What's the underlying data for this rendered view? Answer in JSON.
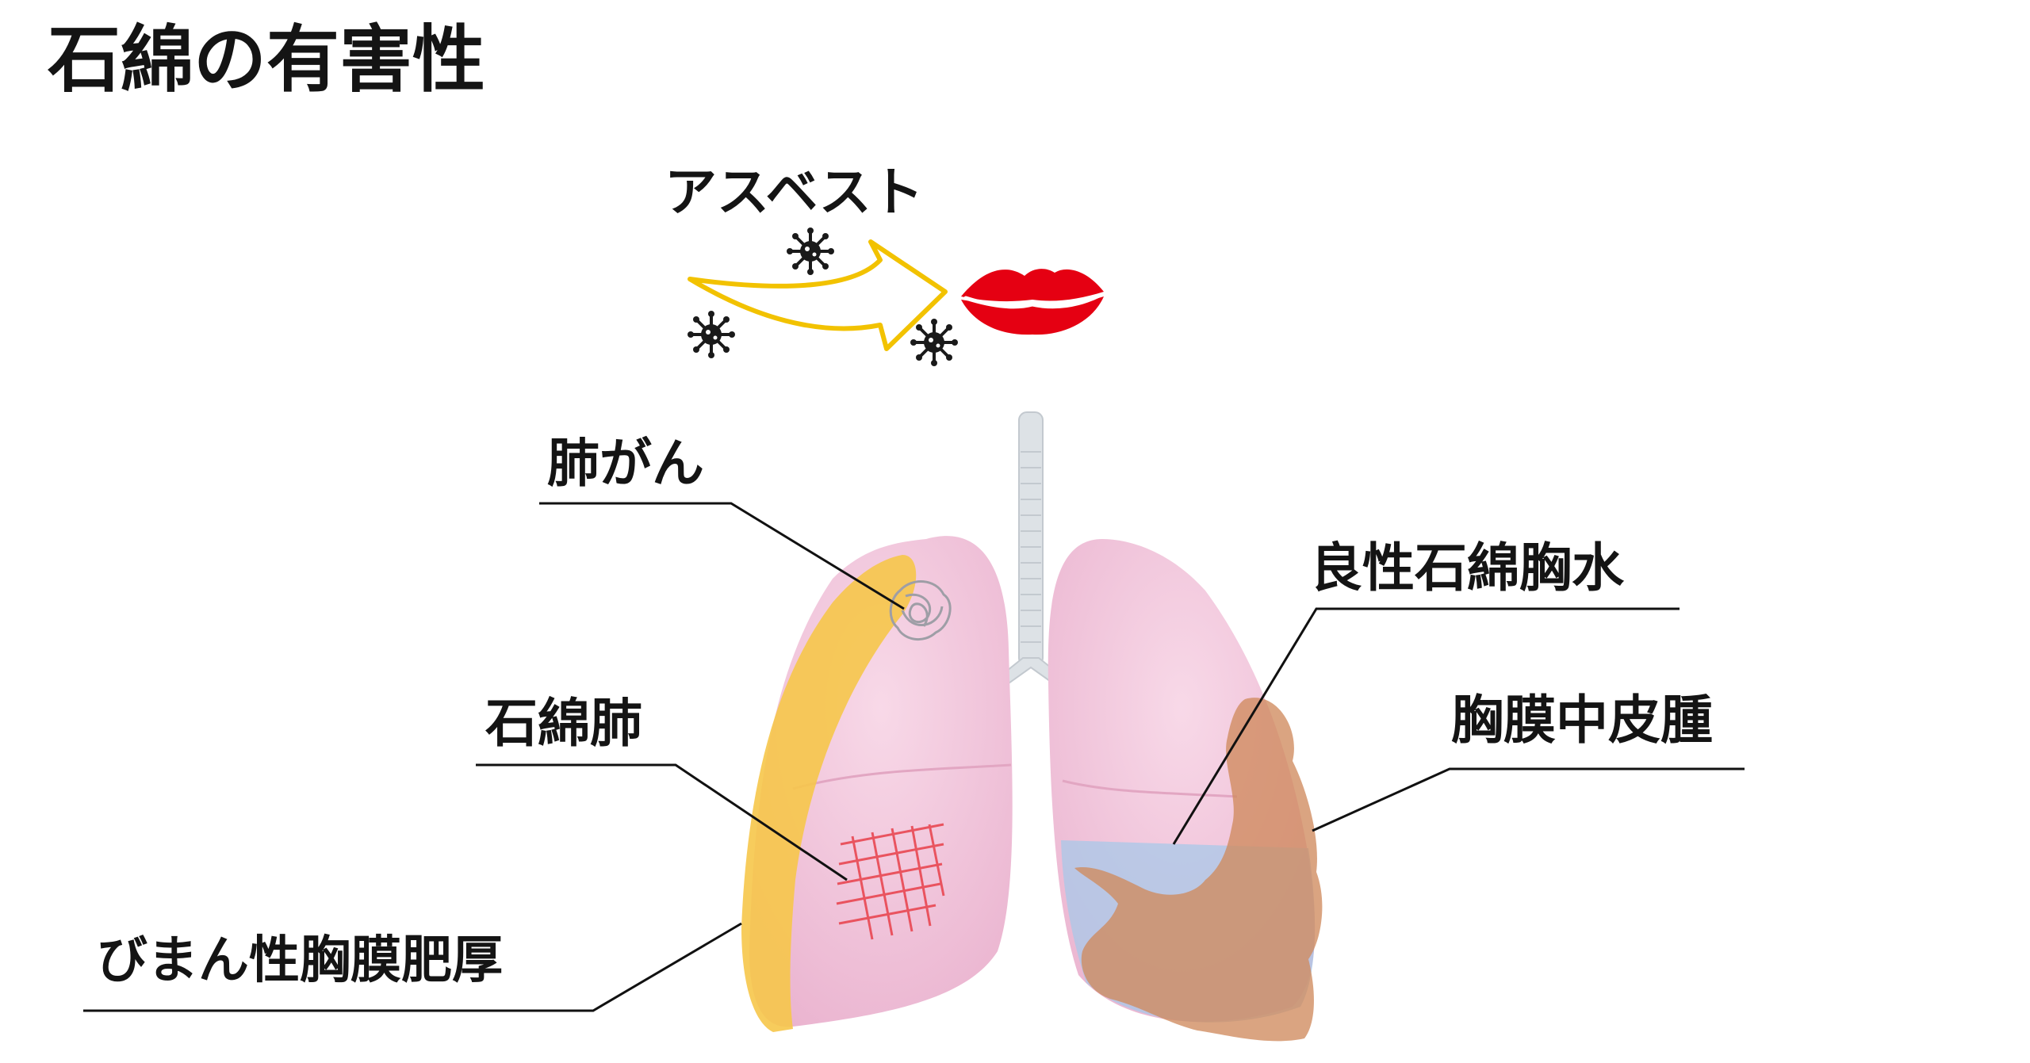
{
  "title": "石綿の有害性",
  "arrow_label": "アスベスト",
  "labels": {
    "lung_cancer": "肺がん",
    "asbestosis": "石綿肺",
    "diffuse_pleural_thickening": "びまん性胸膜肥厚",
    "benign_asbestos_pleural_effusion": "良性石綿胸水",
    "pleural_mesothelioma": "胸膜中皮腫"
  },
  "colors": {
    "arrow": "#f2c200",
    "lips": "#e50012",
    "lung": "#f3c6dc",
    "pleural_thickening": "#f6c64a",
    "mesothelioma": "#cf8a5e",
    "effusion": "#a8c8e8",
    "asbestosis_mesh": "#e8404a",
    "trachea": "#dde2e6"
  },
  "icons": [
    "virus-icon",
    "lips-icon",
    "arrow-icon",
    "tumor-icon"
  ]
}
